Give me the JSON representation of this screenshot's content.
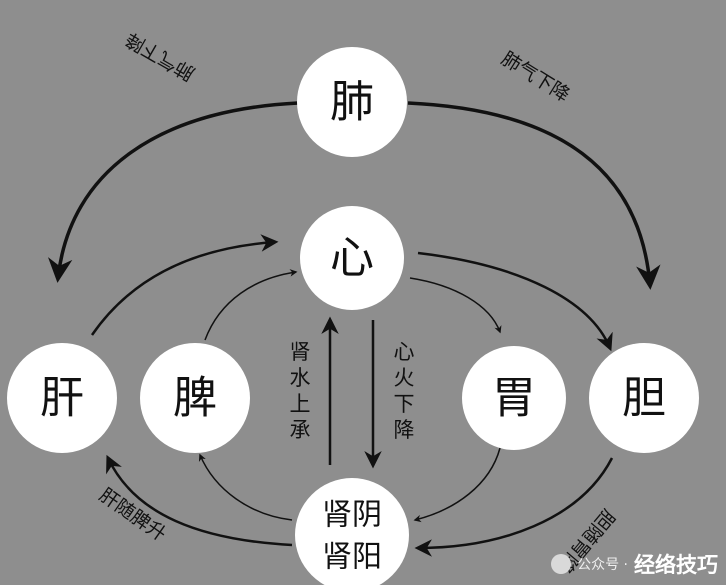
{
  "nodes": {
    "fei": "肺",
    "xin": "心",
    "gan": "肝",
    "pi": "脾",
    "wei": "胃",
    "dan": "胆",
    "shen_yin": "肾阴",
    "shen_yang": "肾阳"
  },
  "labels": {
    "fei_qi_xia_jiang_left": "肺气下降",
    "fei_qi_xia_jiang_right": "肺气下降",
    "shen_shui_shang_cheng": "肾水上承",
    "xin_huo_xia_jiang": "心火下降",
    "gan_sui_pi_sheng": "肝随脾升",
    "dan_sui_wei_jiang": "胆随胃降"
  },
  "watermark": {
    "prefix": "公众号 ·",
    "name": "经络技巧"
  },
  "colors": {
    "background": "#8e8e8e",
    "circle": "#ffffff",
    "arrow": "#111111"
  }
}
